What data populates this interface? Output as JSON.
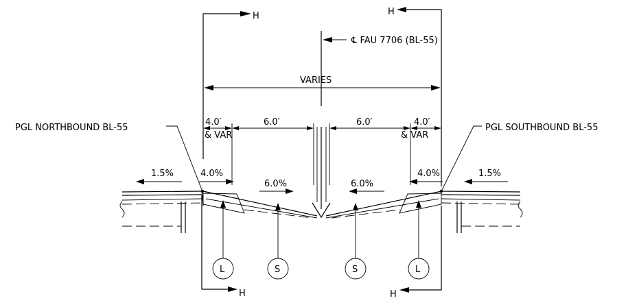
{
  "section_markers": {
    "top_left": "H",
    "top_right": "H",
    "bottom_left": "H",
    "bottom_right": "H"
  },
  "centerline_label": "℄ FAU 7706 (BL-55)",
  "overall_dimension": "VARIES",
  "dimensions": {
    "left_outer": "4.0′",
    "left_outer_var": "& VAR",
    "left_inner": "6.0′",
    "right_inner": "6.0′",
    "right_outer": "4.0′",
    "right_outer_var": "& VAR"
  },
  "profile_grade_lines": {
    "northbound": "PGL NORTHBOUND BL-55",
    "southbound": "PGL SOUTHBOUND BL-55"
  },
  "slopes": {
    "left_shoulder": "1.5%",
    "left_outer_lane": "4.0%",
    "left_inner_lane": "6.0%",
    "right_inner_lane": "6.0%",
    "right_outer_lane": "4.0%",
    "right_shoulder": "1.5%"
  },
  "callouts": {
    "left_outer": "L",
    "left_inner": "S",
    "right_inner": "S",
    "right_outer": "L"
  }
}
